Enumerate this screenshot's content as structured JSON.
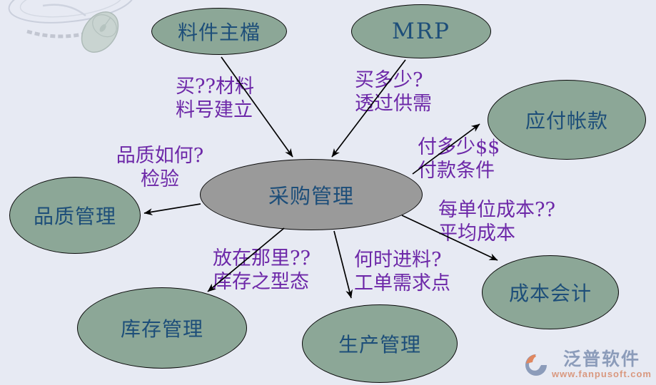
{
  "diagram": {
    "title_node": "采购管理",
    "nodes": [
      {
        "id": "material-master",
        "label": "料件主檔"
      },
      {
        "id": "mrp",
        "label": "MRP"
      },
      {
        "id": "accounts-payable",
        "label": "应付帐款"
      },
      {
        "id": "quality-management",
        "label": "品质管理"
      },
      {
        "id": "procurement-management",
        "label": "采购管理"
      },
      {
        "id": "cost-accounting",
        "label": "成本会计"
      },
      {
        "id": "inventory-management",
        "label": "库存管理"
      },
      {
        "id": "production-management",
        "label": "生产管理"
      }
    ],
    "annotations": [
      {
        "id": "buy-what-material",
        "line1": "买??材料",
        "line2": "料号建立"
      },
      {
        "id": "buy-how-much",
        "line1": "买多少?",
        "line2": "透过供需"
      },
      {
        "id": "pay-how-much",
        "line1": "付多少$$",
        "line2": "付款条件"
      },
      {
        "id": "quality-how",
        "line1": "品质如何?",
        "line2": "检验"
      },
      {
        "id": "unit-cost",
        "line1": "每单位成本??",
        "line2": "平均成本"
      },
      {
        "id": "where-to-store",
        "line1": "放在那里??",
        "line2": "库存之型态"
      },
      {
        "id": "when-to-feed",
        "line1": "何时进料?",
        "line2": "工单需求点"
      }
    ]
  },
  "watermark": {
    "brand": "泛普软件",
    "url": "www.fanpusoft.com"
  },
  "colors": {
    "background": "#e7eaf3",
    "node_fill": "#8ca797",
    "center_node_fill": "#9a9a9a",
    "node_text": "#1d4e79",
    "annotation_text": "#6d28a8",
    "arrow": "#000000",
    "watermark_brand": "#8c9cba",
    "watermark_url": "#d9987f"
  }
}
